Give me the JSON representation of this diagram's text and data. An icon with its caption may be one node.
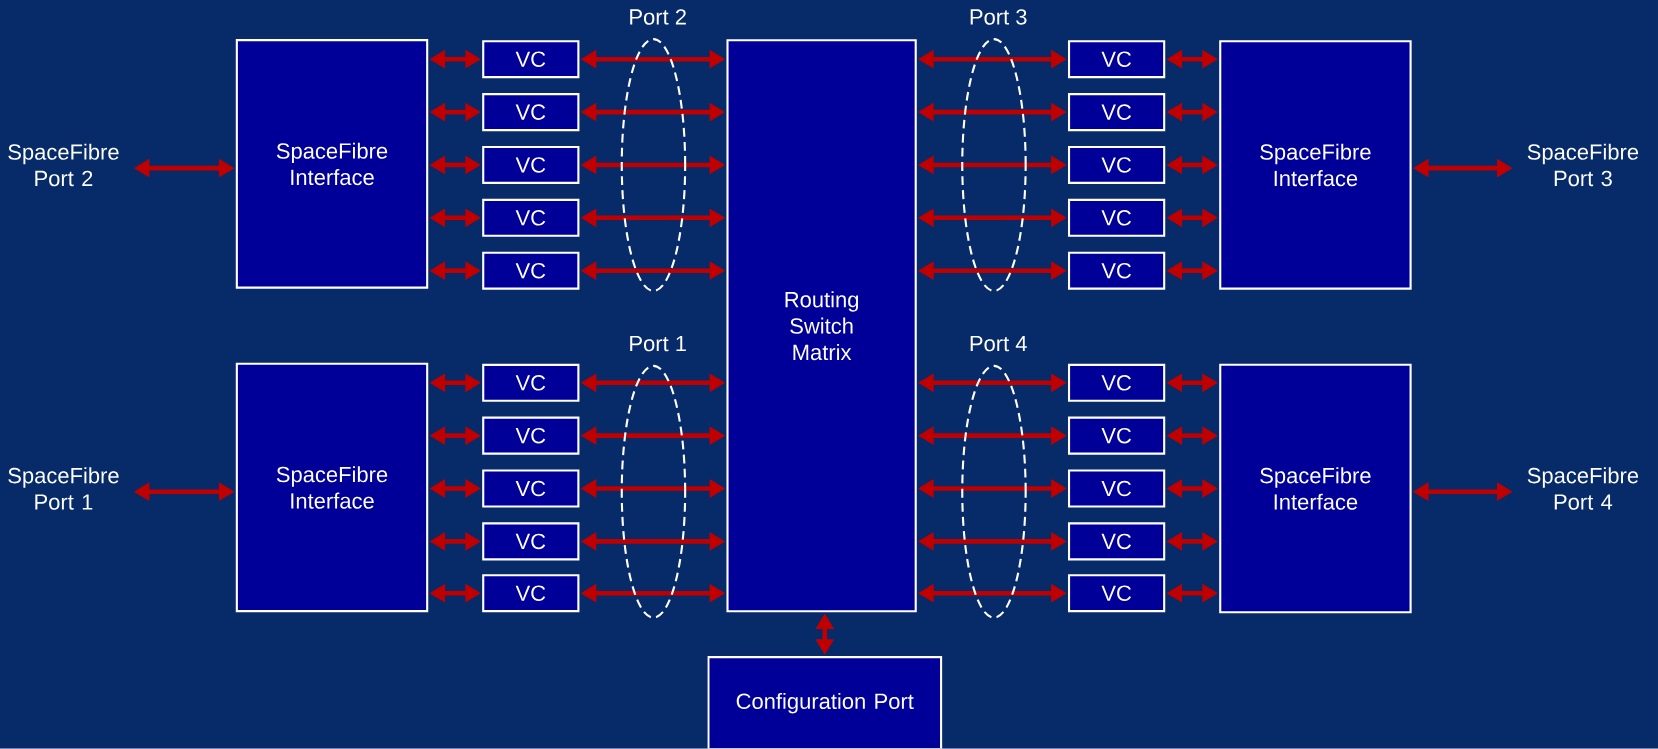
{
  "diagram": {
    "nodes": [
      {
        "text": [
          "SpaceFibre Port 2"
        ]
      },
      {
        "text": [
          "SpaceFibre Interface"
        ]
      },
      {
        "text": [
          "VC"
        ]
      },
      {
        "text": [
          "VC"
        ]
      },
      {
        "text": [
          "VC"
        ]
      },
      {
        "text": [
          "VC"
        ]
      },
      {
        "text": [
          "VC"
        ]
      },
      {
        "text": [
          "Routing Switch Matrix"
        ]
      },
      {
        "text": [
          "VC"
        ]
      },
      {
        "text": [
          "VC"
        ]
      },
      {
        "text": [
          "VC"
        ]
      },
      {
        "text": [
          "VC"
        ]
      },
      {
        "text": [
          "VC"
        ]
      },
      {
        "text": [
          "SpaceFibre Interface"
        ]
      },
      {
        "text": [
          "SpaceFibre Port 3"
        ]
      },
      {
        "text": [
          "SpaceFibre Port 1"
        ]
      },
      {
        "text": [
          "SpaceFibre Interface"
        ]
      },
      {
        "text": [
          "VC"
        ]
      },
      {
        "text": [
          "VC"
        ]
      },
      {
        "text": [
          "VC"
        ]
      },
      {
        "text": [
          "VC"
        ]
      },
      {
        "text": [
          "VC"
        ]
      },
      {
        "text": [
          "VC"
        ]
      },
      {
        "text": [
          "VC"
        ]
      },
      {
        "text": [
          "VC"
        ]
      },
      {
        "text": [
          "VC"
        ]
      },
      {
        "text": [
          "VC"
        ]
      },
      {
        "text": [
          "SpaceFibre Interface"
        ]
      },
      {
        "text": [
          "SpaceFibre Port 4"
        ]
      },
      {
        "text": [
          "Configuration Port"
        ]
      }
    ],
    "edges": [
      {
        "from": 0,
        "to": 1,
        "arrow": "both"
      },
      {
        "from": 1,
        "to": 2,
        "arrow": "both"
      },
      {
        "from": 1,
        "to": 3,
        "arrow": "both"
      },
      {
        "from": 1,
        "to": 4,
        "arrow": "both"
      },
      {
        "from": 1,
        "to": 5,
        "arrow": "both"
      },
      {
        "from": 1,
        "to": 6,
        "arrow": "both"
      },
      {
        "from": 2,
        "to": 7,
        "arrow": "both"
      },
      {
        "from": 3,
        "to": 7,
        "arrow": "both"
      },
      {
        "from": 4,
        "to": 7,
        "arrow": "both"
      },
      {
        "from": 5,
        "to": 7,
        "arrow": "both"
      },
      {
        "from": 6,
        "to": 7,
        "arrow": "both"
      },
      {
        "from": 7,
        "to": 8,
        "arrow": "both"
      },
      {
        "from": 7,
        "to": 9,
        "arrow": "both"
      },
      {
        "from": 7,
        "to": 10,
        "arrow": "both"
      },
      {
        "from": 7,
        "to": 11,
        "arrow": "both"
      },
      {
        "from": 7,
        "to": 12,
        "arrow": "both"
      },
      {
        "from": 8,
        "to": 13,
        "arrow": "both"
      },
      {
        "from": 9,
        "to": 13,
        "arrow": "both"
      },
      {
        "from": 10,
        "to": 13,
        "arrow": "both"
      },
      {
        "from": 11,
        "to": 13,
        "arrow": "both"
      },
      {
        "from": 12,
        "to": 13,
        "arrow": "both"
      },
      {
        "from": 13,
        "to": 14,
        "arrow": "both"
      },
      {
        "from": 15,
        "to": 16,
        "arrow": "both"
      },
      {
        "from": 16,
        "to": 17,
        "arrow": "both"
      },
      {
        "from": 16,
        "to": 18,
        "arrow": "both"
      },
      {
        "from": 16,
        "to": 19,
        "arrow": "both"
      },
      {
        "from": 16,
        "to": 20,
        "arrow": "both"
      },
      {
        "from": 16,
        "to": 21,
        "arrow": "both"
      },
      {
        "from": 17,
        "to": 7,
        "arrow": "both"
      },
      {
        "from": 18,
        "to": 7,
        "arrow": "both"
      },
      {
        "from": 19,
        "to": 7,
        "arrow": "both"
      },
      {
        "from": 20,
        "to": 7,
        "arrow": "both"
      },
      {
        "from": 21,
        "to": 7,
        "arrow": "both"
      },
      {
        "from": 7,
        "to": 22,
        "arrow": "both"
      },
      {
        "from": 7,
        "to": 23,
        "arrow": "both"
      },
      {
        "from": 7,
        "to": 24,
        "arrow": "both"
      },
      {
        "from": 7,
        "to": 25,
        "arrow": "both"
      },
      {
        "from": 7,
        "to": 26,
        "arrow": "both"
      },
      {
        "from": 22,
        "to": 27,
        "arrow": "both"
      },
      {
        "from": 23,
        "to": 27,
        "arrow": "both"
      },
      {
        "from": 24,
        "to": 27,
        "arrow": "both"
      },
      {
        "from": 25,
        "to": 27,
        "arrow": "both"
      },
      {
        "from": 26,
        "to": 27,
        "arrow": "both"
      },
      {
        "from": 27,
        "to": 28,
        "arrow": "both"
      },
      {
        "from": 7,
        "to": 29,
        "arrow": "both"
      }
    ],
    "labels": [
      "Port 2",
      "Port 3",
      "Port 1",
      "Port 4"
    ]
  }
}
